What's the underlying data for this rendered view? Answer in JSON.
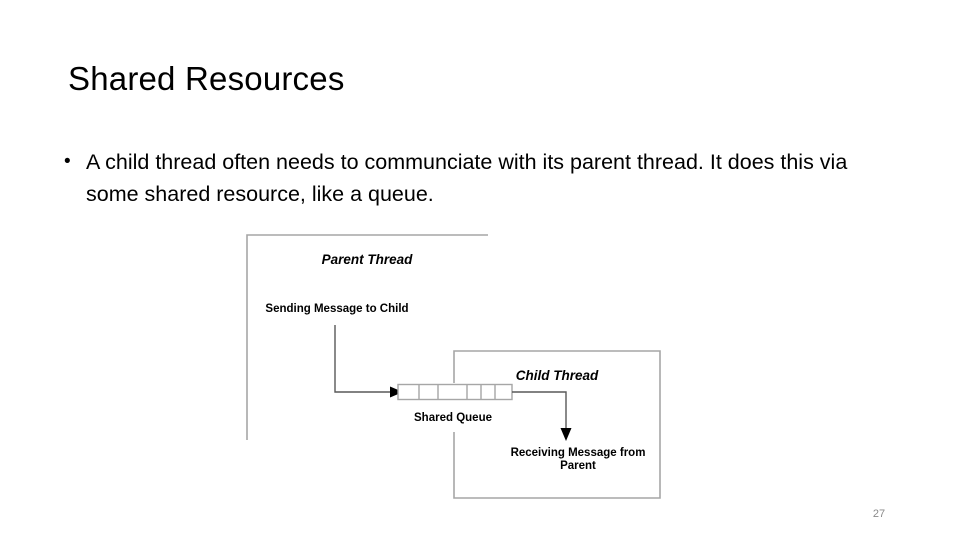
{
  "slide": {
    "title": "Shared Resources",
    "page_number": "27",
    "background_color": "#ffffff",
    "title_color": "#000000",
    "body_color": "#000000",
    "page_number_color": "#8a8a8a"
  },
  "body": {
    "bullets": [
      {
        "marker": "•",
        "text": "A child thread often needs to communciate with its parent thread.  It does this via some shared resource, like a queue."
      }
    ]
  },
  "diagram": {
    "type": "flow",
    "line_color": "#a6a6a6",
    "queue_border_color": "#a6a6a6",
    "arrow_color": "#000000",
    "label_color": "#000000",
    "labels": {
      "parent_thread": "Parent Thread",
      "child_thread": "Child Thread",
      "sending_message": "Sending Message to Child",
      "shared_queue": "Shared Queue",
      "receiving_message_line1": "Receiving Message from",
      "receiving_message_line2": "Parent"
    },
    "queue_cell_count": 6
  }
}
